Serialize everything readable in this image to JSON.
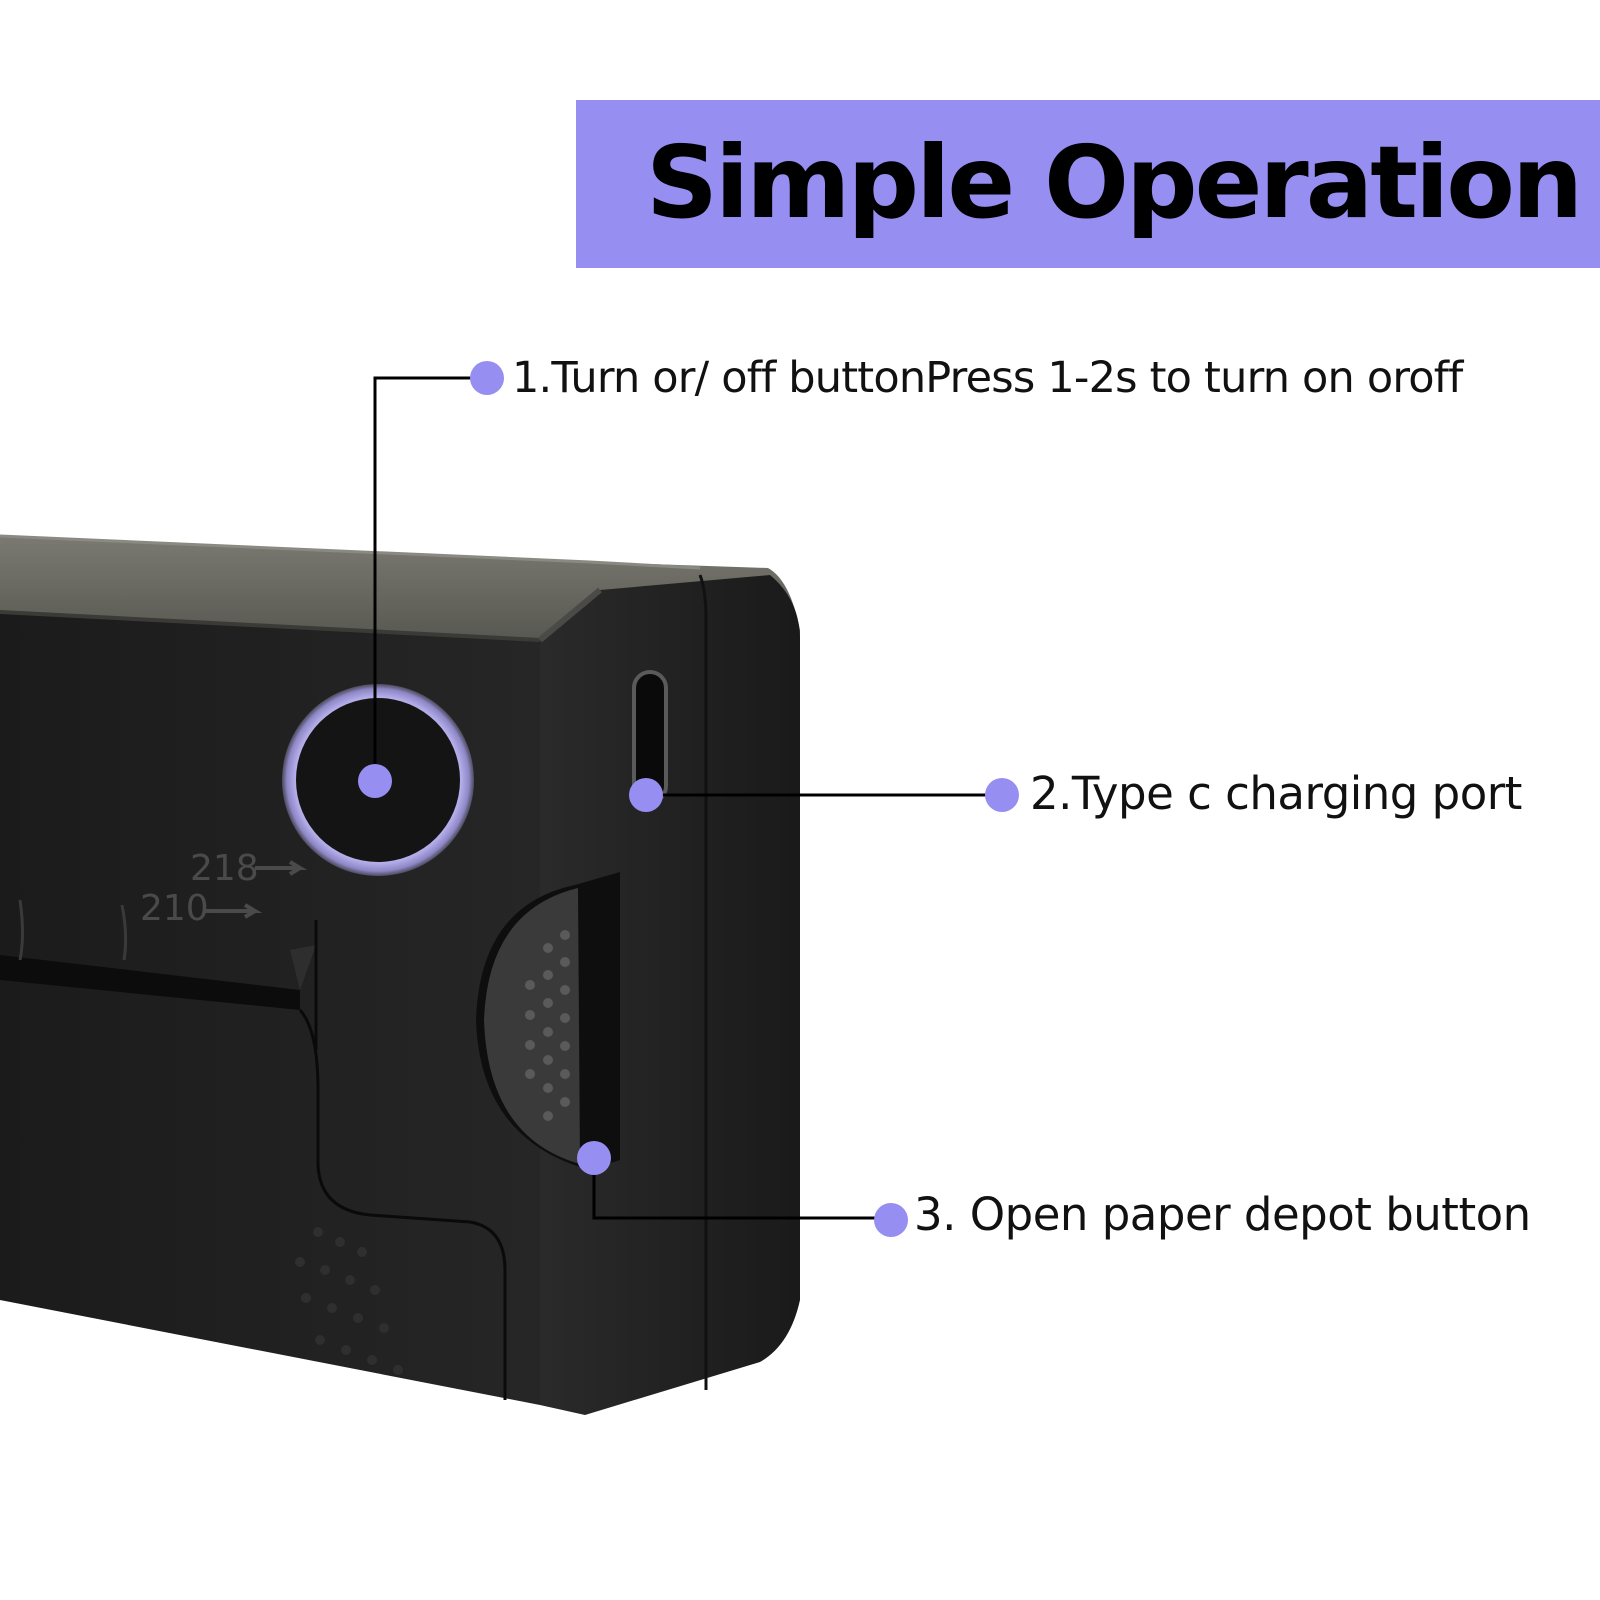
{
  "banner": {
    "title": "Simple Operation",
    "background_color": "#978ef2"
  },
  "device": {
    "scale_marks": [
      "218",
      "210"
    ],
    "body_color": "#222222",
    "ring_color": "#aca6e3"
  },
  "callouts": [
    {
      "number": "1",
      "text": "1.Turn or/ off buttonPress 1-2s to turn on oroff"
    },
    {
      "number": "2",
      "text": "2.Type c charging port"
    },
    {
      "number": "3",
      "text": "3. Open paper depot button"
    }
  ],
  "accent_color": "#978ef2"
}
